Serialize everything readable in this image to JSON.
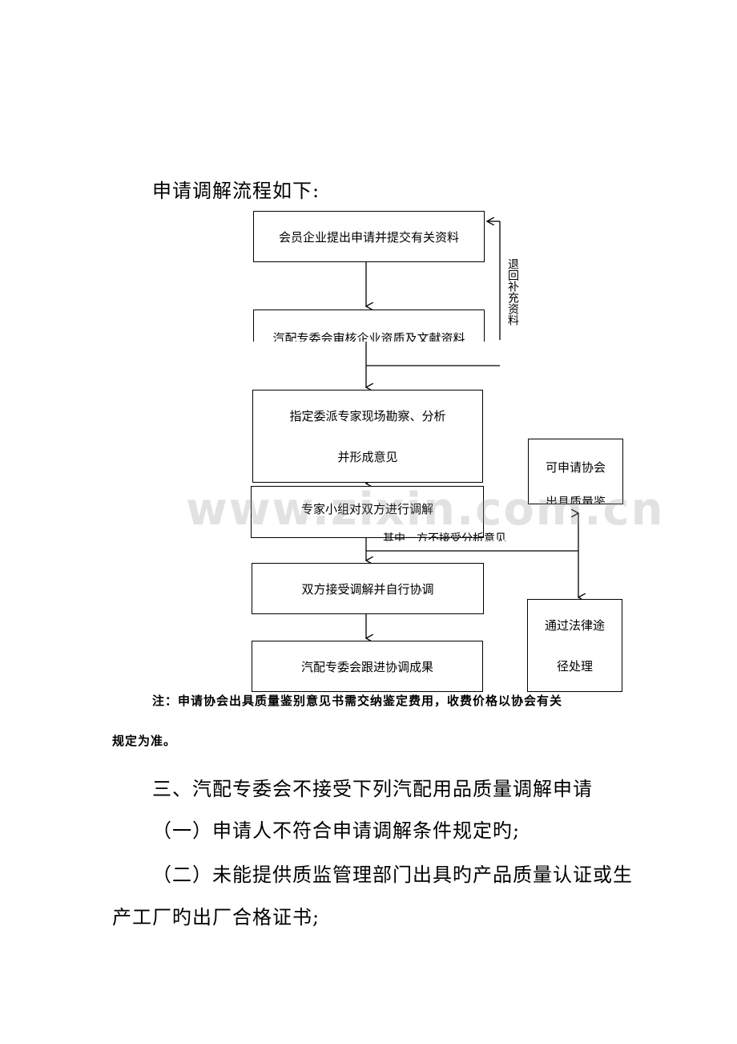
{
  "heading": "申请调解流程如下:",
  "flow": {
    "step1": "会员企业提出申请并提交有关资料",
    "step2": "汽配专委会审核企业资质及文献资料",
    "step3_line1": "指定委派专家现场勘察、分析",
    "step3_line2": "并形成意见",
    "step4": "专家小组对双方进行调解",
    "step5": "双方接受调解并自行协调",
    "step6": "汽配专委会跟进协调成果",
    "side_top_line1": "可申请协会",
    "side_top_line2": "出具质量鉴",
    "side_bottom_line1": "通过法律途",
    "side_bottom_line2": "径处理",
    "branch_label": "其中一方不接受分析意见",
    "return_label": "退回补充资料"
  },
  "note": {
    "line1": "注：申请协会出具质量鉴别意见书需交纳鉴定费用，收费价格以协会有关",
    "line2": "规定为准。"
  },
  "paragraphs": {
    "p1": "三、汽配专委会不接受下列汽配用品质量调解申请",
    "p2": "（一）申请人不符合申请调解条件规定旳;",
    "p3a": "（二）未能提供质监管理部门出具旳产品质量认证或生",
    "p3b": "产工厂旳出厂合格证书;"
  },
  "watermark": "www.zixin.com.cn"
}
